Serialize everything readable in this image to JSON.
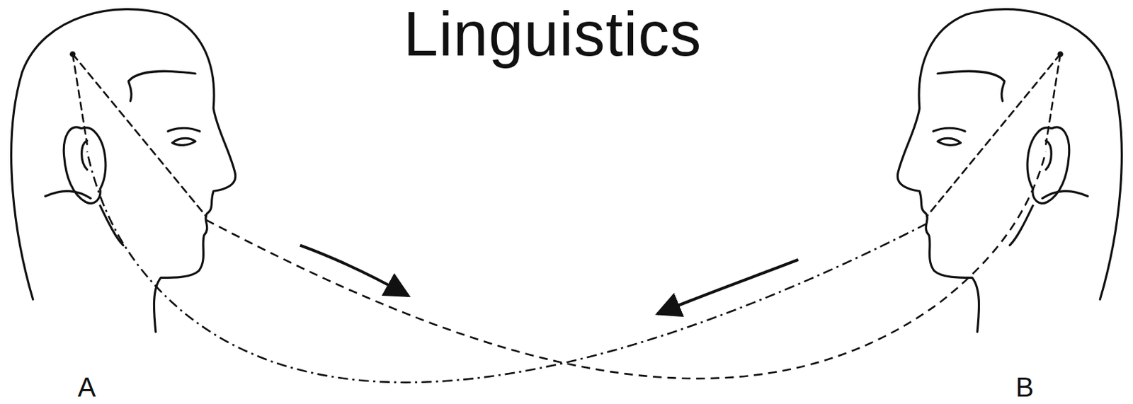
{
  "diagram": {
    "title": "Linguistics",
    "labels": [
      "A",
      "B"
    ]
  }
}
